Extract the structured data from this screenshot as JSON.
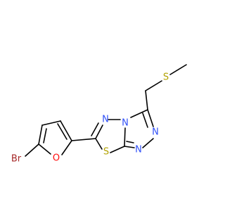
{
  "molecule": {
    "atoms": {
      "br": {
        "label": "Br",
        "color": "#a62929"
      },
      "o": {
        "label": "O",
        "color": "#ff0d0d"
      },
      "s_ring": {
        "label": "S",
        "color": "#b2a200"
      },
      "n_top": {
        "label": "N",
        "color": "#3050f8"
      },
      "n_bridge": {
        "label": "N",
        "color": "#3050f8"
      },
      "n_right_upper": {
        "label": "N",
        "color": "#3050f8"
      },
      "n_right_lower": {
        "label": "N",
        "color": "#3050f8"
      },
      "s_thioether": {
        "label": "S",
        "color": "#b2a200"
      }
    },
    "bond_color": "#000000",
    "background": "#ffffff"
  }
}
